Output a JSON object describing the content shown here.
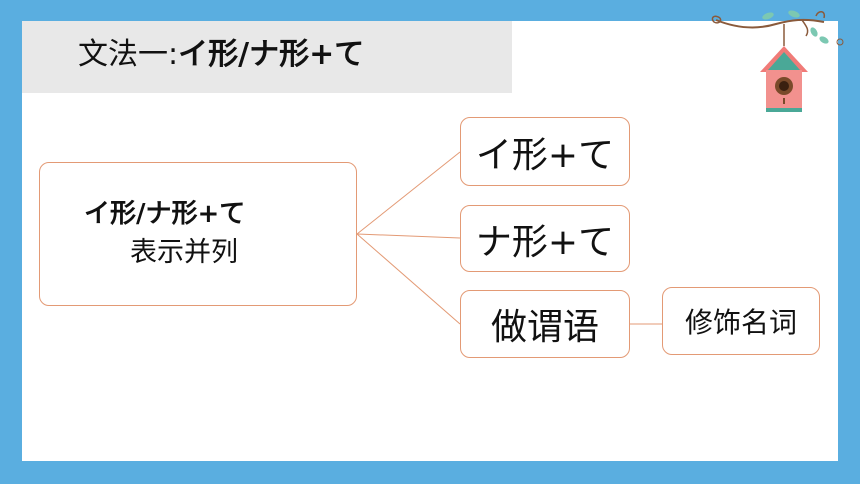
{
  "title": {
    "prefix": "文法一:",
    "bold": "イ形/ナ形+て"
  },
  "diagram": {
    "main": {
      "line1": "イ形/ナ形+て",
      "line2": "表示并列"
    },
    "branches": [
      "イ形+て",
      "ナ形+て",
      "做谓语"
    ],
    "sub": "修饰名词"
  },
  "colors": {
    "background": "#5aaee0",
    "connector": "#e39a75",
    "title_bar": "#e8e8e8"
  },
  "decoration": "birdhouse-icon"
}
